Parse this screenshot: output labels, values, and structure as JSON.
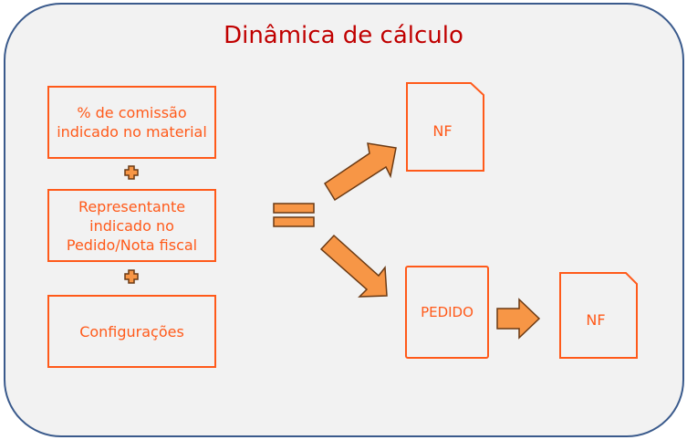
{
  "title": "Dinâmica de cálculo",
  "inputs": [
    {
      "label": "% de comissão indicado no material"
    },
    {
      "label": "Representante indicado no Pedido/Nota fiscal"
    },
    {
      "label": "Configurações"
    }
  ],
  "outputs": {
    "nf_direct": "NF",
    "pedido": "PEDIDO",
    "nf_from_pedido": "NF"
  },
  "colors": {
    "frame_border": "#3a5a8c",
    "frame_fill": "#f2f2f2",
    "title": "#c00000",
    "box_border": "#ff5a1a",
    "arrow_fill": "#f79646",
    "arrow_border": "#6b3a14"
  }
}
